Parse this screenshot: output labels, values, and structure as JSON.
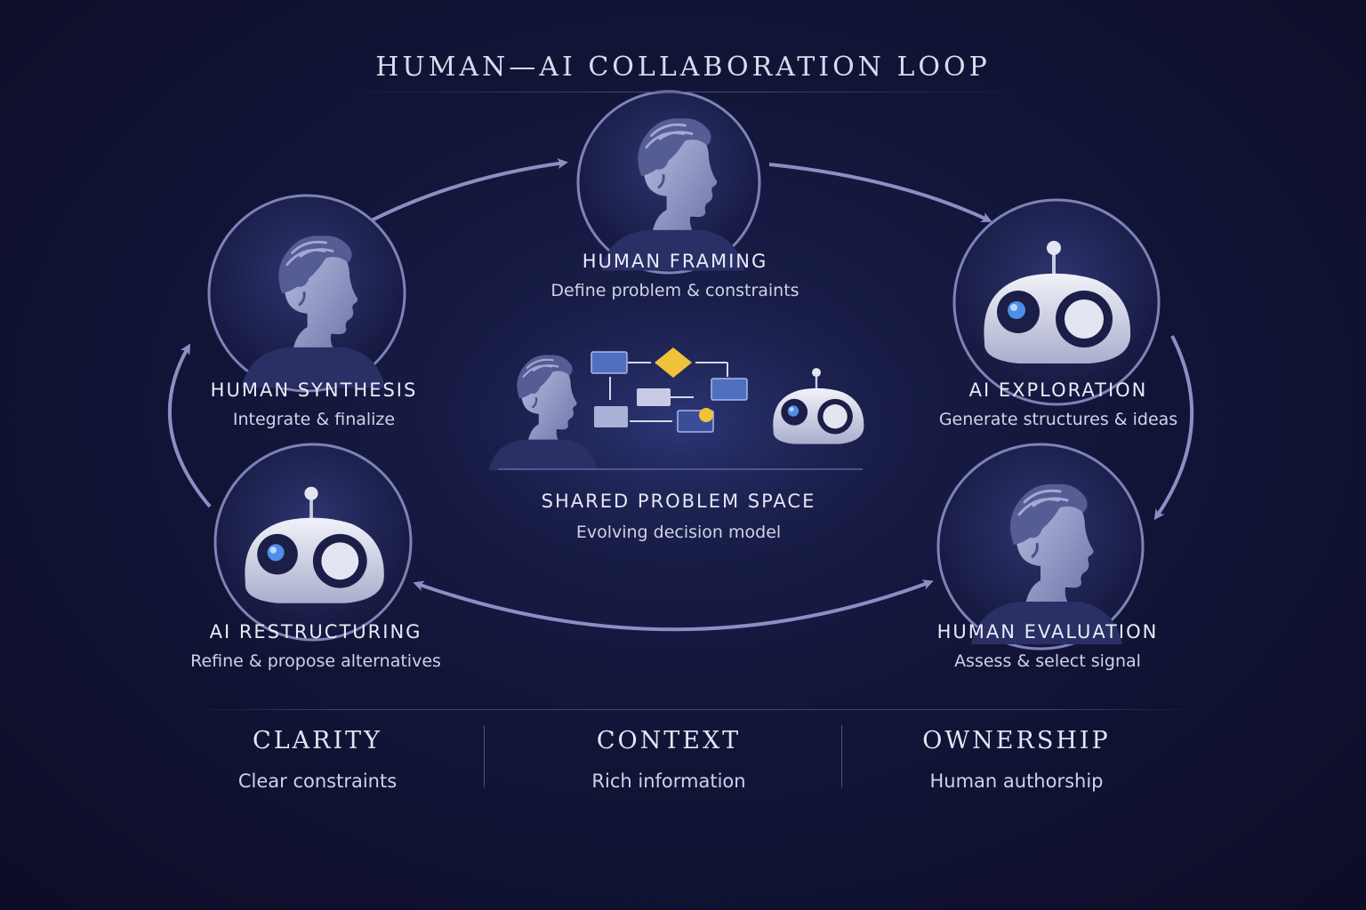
{
  "title": "HUMAN—AI COLLABORATION LOOP",
  "nodes": {
    "framing": {
      "title": "HUMAN FRAMING",
      "subtitle": "Define problem & constraints",
      "kind": "human"
    },
    "exploration": {
      "title": "AI EXPLORATION",
      "subtitle": "Generate structures & ideas",
      "kind": "ai"
    },
    "evaluation": {
      "title": "HUMAN EVALUATION",
      "subtitle": "Assess & select signal",
      "kind": "human"
    },
    "restructuring": {
      "title": "AI RESTRUCTURING",
      "subtitle": "Refine & propose alternatives",
      "kind": "ai"
    },
    "synthesis": {
      "title": "HUMAN SYNTHESIS",
      "subtitle": "Integrate & finalize",
      "kind": "human"
    }
  },
  "center": {
    "title": "SHARED PROBLEM SPACE",
    "subtitle": "Evolving decision model"
  },
  "pillars": [
    {
      "title": "CLARITY",
      "subtitle": "Clear constraints"
    },
    {
      "title": "CONTEXT",
      "subtitle": "Rich information"
    },
    {
      "title": "OWNERSHIP",
      "subtitle": "Human authorship"
    }
  ],
  "colors": {
    "background": "#0c0d27",
    "ring": "#7d83b8",
    "arrow": "#8a90c4",
    "figure": "#8a90c4",
    "robot_body": "#dde0ee",
    "robot_eye": "#4d8fe6",
    "box": "#4f6fbf",
    "diamond": "#f0c23a",
    "dot": "#f0c23a"
  },
  "icons": {
    "human": "human-profile-icon",
    "ai": "robot-icon"
  }
}
